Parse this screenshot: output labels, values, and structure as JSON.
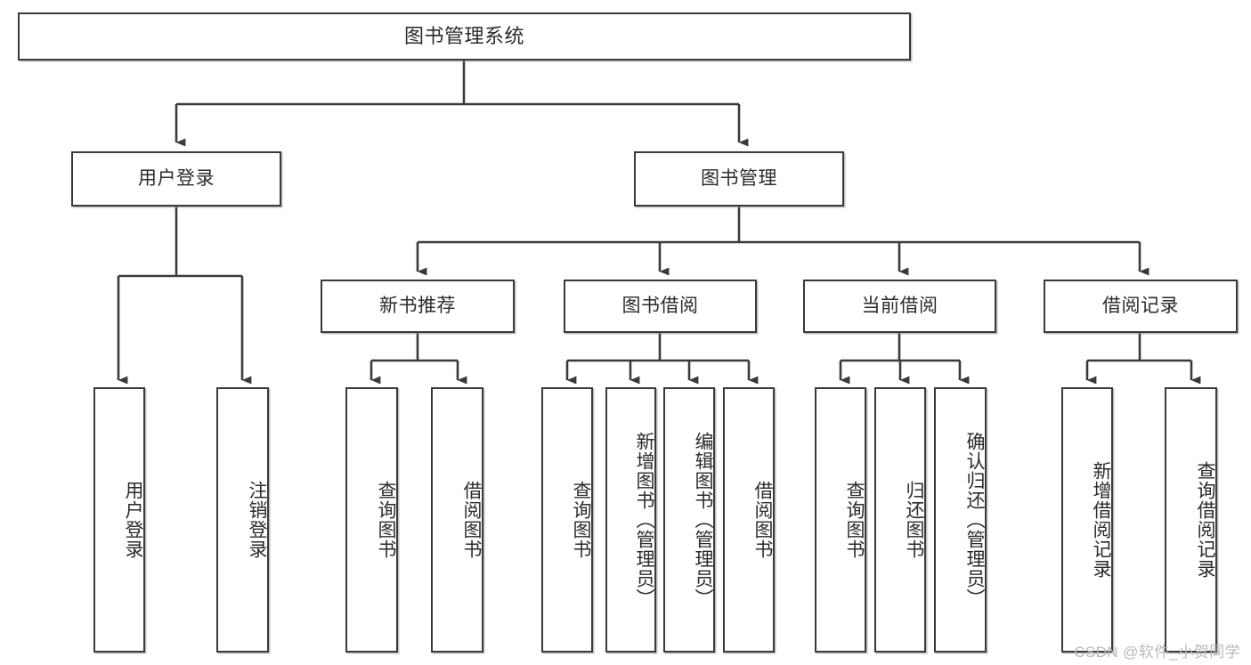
{
  "diagram": {
    "type": "tree-hierarchy",
    "title": "图书管理系统",
    "watermark": "CSDN @软件_小贺同学",
    "colors": {
      "stroke": "#3a3a3a",
      "fill": "#ffffff",
      "text": "#2b2b2b",
      "watermark": "#b9b9b9"
    },
    "nodes": {
      "root": {
        "label": "图书管理系统"
      },
      "level2": [
        {
          "label": "用户登录"
        },
        {
          "label": "图书管理"
        }
      ],
      "level3": [
        {
          "label": "新书推荐"
        },
        {
          "label": "图书借阅"
        },
        {
          "label": "当前借阅"
        },
        {
          "label": "借阅记录"
        }
      ],
      "leaves": {
        "user_login": [
          {
            "label": "用户登录"
          },
          {
            "label": "注销登录"
          }
        ],
        "new_book_recommend": [
          {
            "label": "查询图书"
          },
          {
            "label": "借阅图书"
          }
        ],
        "book_borrow": [
          {
            "label": "查询图书"
          },
          {
            "label": "新增图书（管理员）"
          },
          {
            "label": "编辑图书（管理员）"
          },
          {
            "label": "借阅图书"
          }
        ],
        "current_borrow": [
          {
            "label": "查询图书"
          },
          {
            "label": "归还图书"
          },
          {
            "label": "确认归还（管理员）"
          }
        ],
        "borrow_record": [
          {
            "label": "新增借阅记录"
          },
          {
            "label": "查询借阅记录"
          }
        ]
      }
    }
  }
}
